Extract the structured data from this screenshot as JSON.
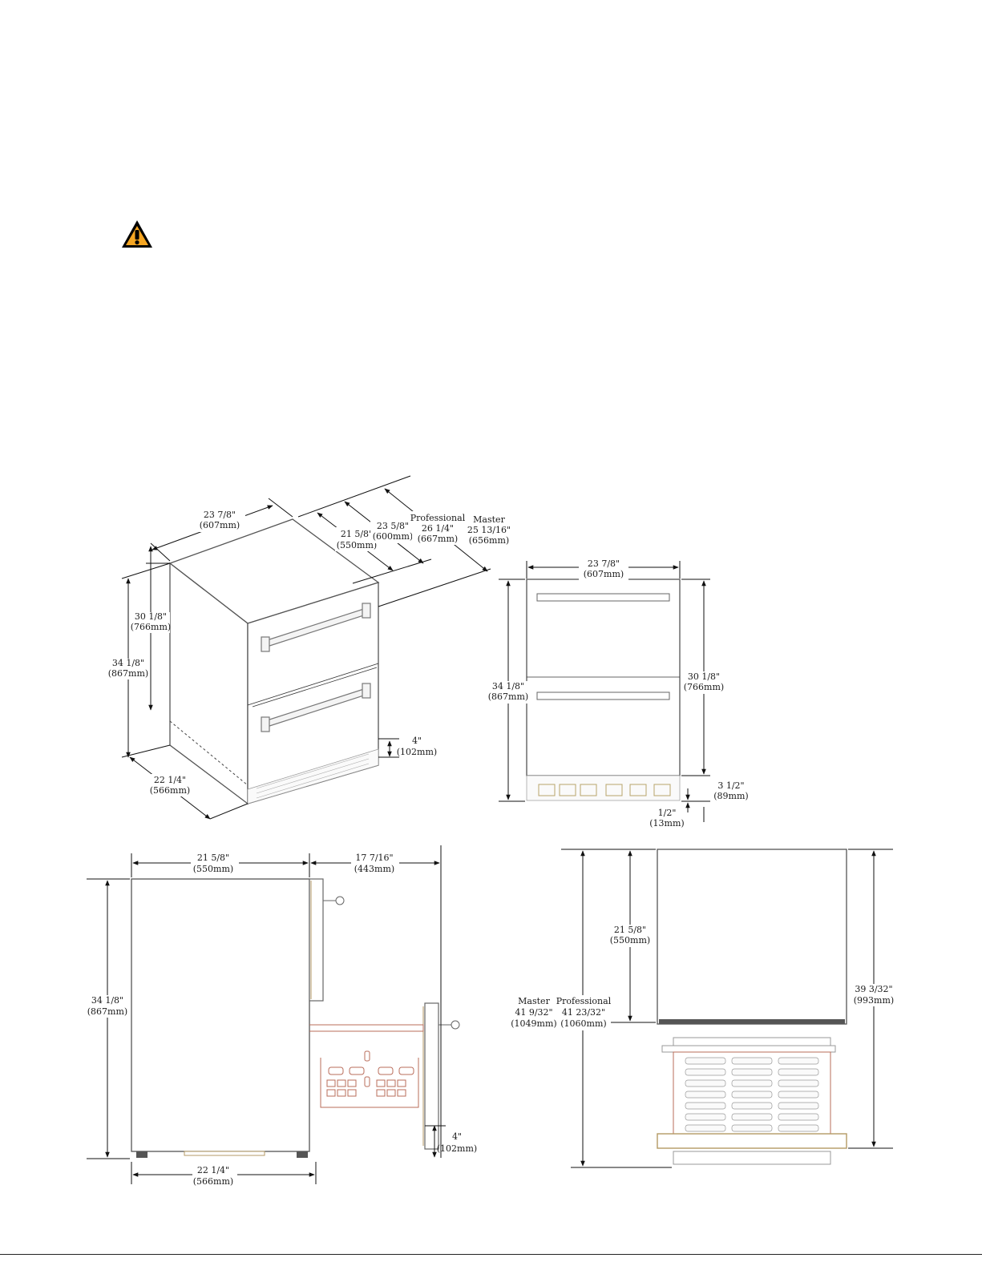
{
  "labels": {
    "iso_width": [
      "23 7/8\"",
      "(607mm)"
    ],
    "iso_depth_inner": [
      "21 5/8\"",
      "(550mm)"
    ],
    "iso_depth_600": [
      "23 5/8\"",
      "(600mm)"
    ],
    "iso_professional": [
      "Professional",
      "26 1/4\"",
      "(667mm)"
    ],
    "iso_master": [
      "Master",
      "25 13/16\"",
      "(656mm)"
    ],
    "iso_height_body": [
      "30 1/8\"",
      "(766mm)"
    ],
    "iso_height_total": [
      "34 1/8\"",
      "(867mm)"
    ],
    "iso_toekick": [
      "4\"",
      "(102mm)"
    ],
    "iso_side": [
      "22 1/4\"",
      "(566mm)"
    ],
    "front_width": [
      "23 7/8\"",
      "(607mm)"
    ],
    "front_height_total": [
      "34 1/8\"",
      "(867mm)"
    ],
    "front_height_body": [
      "30 1/8\"",
      "(766mm)"
    ],
    "front_toekick": [
      "3 1/2\"",
      "(89mm)"
    ],
    "front_leveler": [
      "1/2\"",
      "(13mm)"
    ],
    "side_depth": [
      "21 5/8\"",
      "(550mm)"
    ],
    "side_drawer_open": [
      "17 7/16\"",
      "(443mm)"
    ],
    "side_height": [
      "34 1/8\"",
      "(867mm)"
    ],
    "side_toekick": [
      "4\"",
      "(102mm)"
    ],
    "side_bottom": [
      "22 1/4\"",
      "(566mm)"
    ],
    "top_depth": [
      "21 5/8\"",
      "(550mm)"
    ],
    "top_master": [
      "Master",
      "41 9/32\"",
      "(1049mm)"
    ],
    "top_professional": [
      "Professional",
      "41 23/32\"",
      "(1060mm)"
    ],
    "top_open": [
      "39 3/32\"",
      "(993mm)"
    ]
  },
  "icons": {
    "warning": "warning-triangle-icon"
  }
}
